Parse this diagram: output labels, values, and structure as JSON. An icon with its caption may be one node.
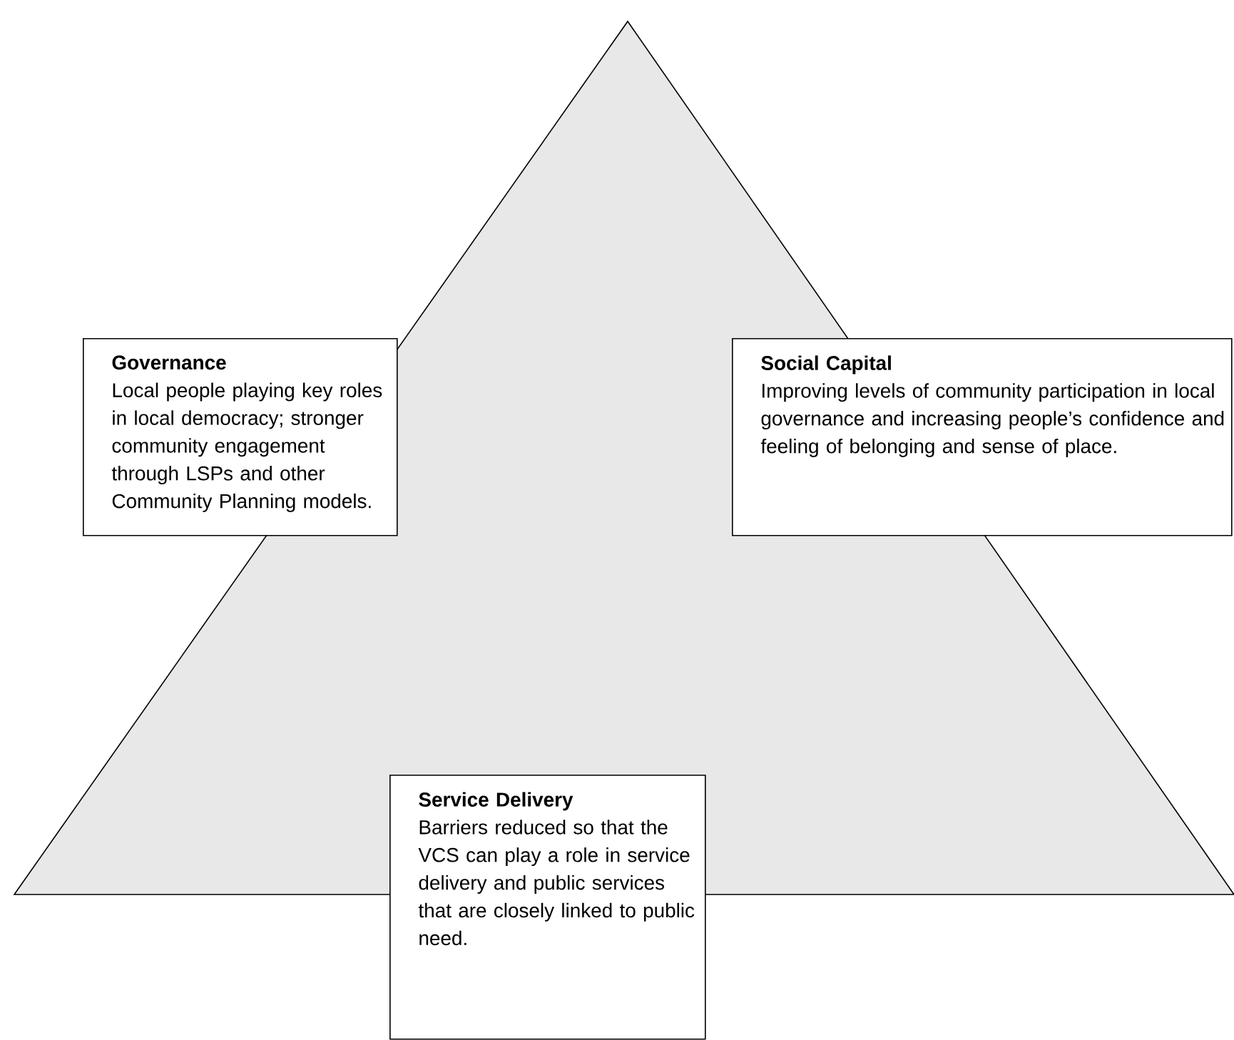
{
  "diagram": {
    "nodes": [
      {
        "text": [
          "Governance",
          "Local people playing key roles in local democracy; stronger community engagement through LSPs and other Community Planning models."
        ]
      },
      {
        "text": [
          "Social Capital",
          "Improving levels of community participation in local governance and increasing people’s confidence and feeling of belonging and sense of place."
        ]
      },
      {
        "text": [
          "Service Delivery",
          "Barriers reduced so that the VCS can play a role in service delivery and public services that are closely linked to public need."
        ]
      }
    ]
  }
}
